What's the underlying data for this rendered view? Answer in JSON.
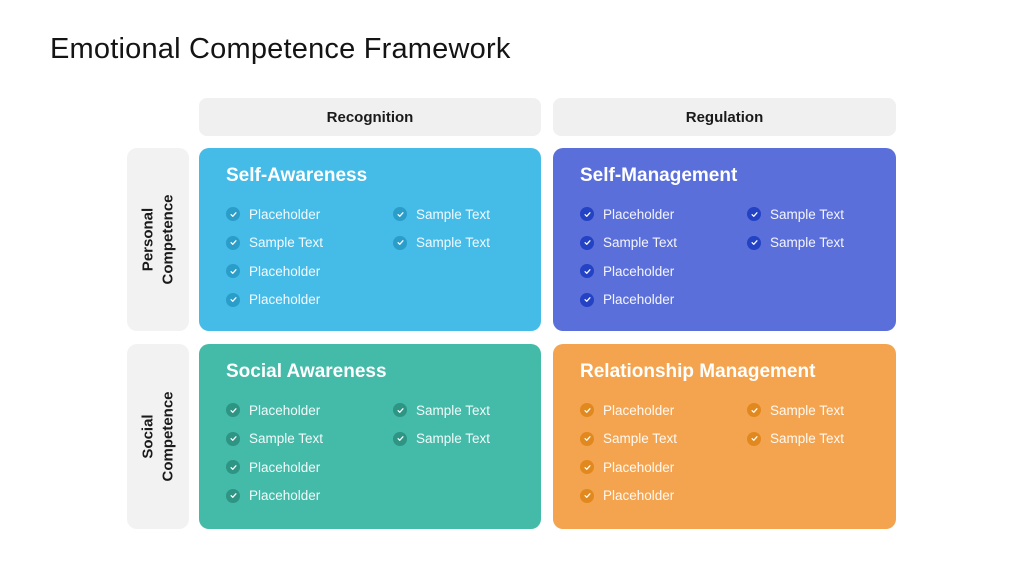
{
  "title": "Emotional Competence Framework",
  "colors": {
    "background": "#FFFFFF",
    "header_bg": "#F0F0F0",
    "row_label_bg": "#F2F2F2",
    "title_text": "#141414"
  },
  "icons": {
    "check": "✓"
  },
  "column_headers": [
    {
      "label": "Recognition"
    },
    {
      "label": "Regulation"
    }
  ],
  "row_headers": [
    {
      "line1": "Personal",
      "line2": "Competence"
    },
    {
      "line1": "Social",
      "line2": "Competence"
    }
  ],
  "quadrants": [
    {
      "title": "Self-Awareness",
      "bg": "#45BBE8",
      "check": "#2B9DC9",
      "col1": [
        "Placeholder",
        "Sample Text",
        "Placeholder",
        "Placeholder"
      ],
      "col2": [
        "Sample Text",
        "Sample Text"
      ]
    },
    {
      "title": "Self-Management",
      "bg": "#5B6FDA",
      "check": "#2342C4",
      "col1": [
        "Placeholder",
        "Sample Text",
        "Placeholder",
        "Placeholder"
      ],
      "col2": [
        "Sample Text",
        "Sample Text"
      ]
    },
    {
      "title": "Social Awareness",
      "bg": "#44BAA8",
      "check": "#2E9484",
      "col1": [
        "Placeholder",
        "Sample Text",
        "Placeholder",
        "Placeholder"
      ],
      "col2": [
        "Sample Text",
        "Sample Text"
      ]
    },
    {
      "title": "Relationship Management",
      "bg": "#F4A44E",
      "check": "#E1891E",
      "col1": [
        "Placeholder",
        "Sample Text",
        "Placeholder",
        "Placeholder"
      ],
      "col2": [
        "Sample Text",
        "Sample Text"
      ]
    }
  ]
}
